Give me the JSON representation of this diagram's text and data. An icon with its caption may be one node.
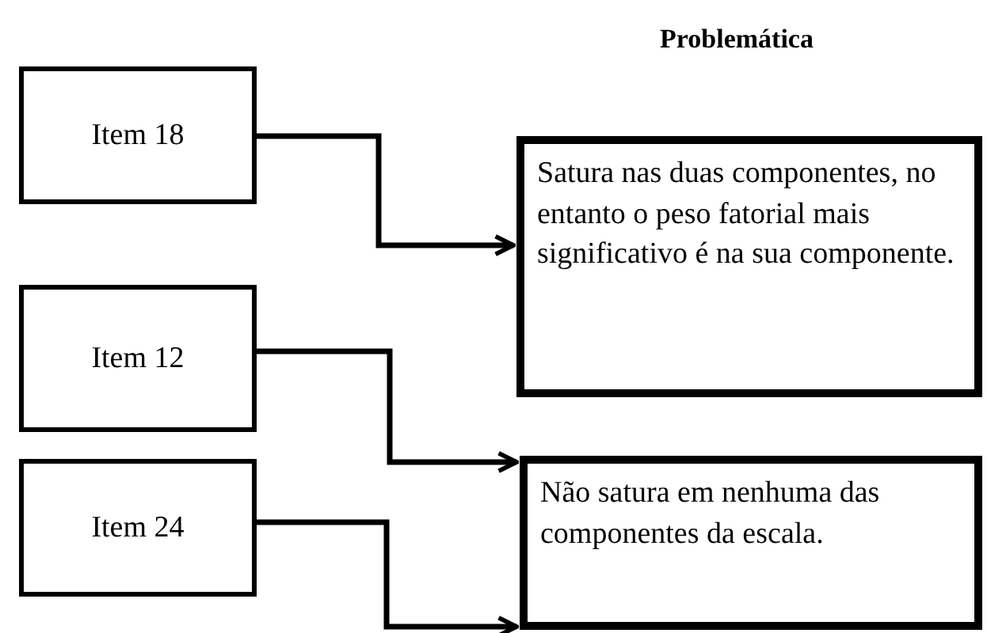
{
  "diagram": {
    "title": "Problemática",
    "nodes": [
      {
        "text": [
          "Item 18"
        ]
      },
      {
        "text": [
          "Item 12"
        ]
      },
      {
        "text": [
          "Item 24"
        ]
      },
      {
        "text": [
          "Satura nas duas componentes, no entanto o peso fatorial mais significativo é na sua componente."
        ]
      },
      {
        "text": [
          "Não satura em nenhuma das componentes da escala."
        ]
      }
    ],
    "edges": [
      {
        "from": 0,
        "to": 3,
        "arrow": "to"
      },
      {
        "from": 1,
        "to": 4,
        "arrow": "to"
      },
      {
        "from": 2,
        "to": 4,
        "arrow": "to"
      }
    ]
  }
}
